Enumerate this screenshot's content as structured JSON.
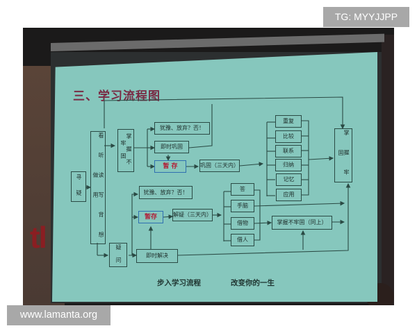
{
  "slide": {
    "title": "三、学习流程图",
    "footer_left": "步入学习流程",
    "footer_right": "改变你的一生",
    "colors": {
      "screen_bg": "#86c7bd",
      "title": "#7a2a44",
      "highlight_border": "#2f6fb0",
      "highlight_text": "#b0223a"
    }
  },
  "diagram": {
    "nodes": {
      "preview": "寻 疑",
      "methods": "看 听 读 写 背 想 做 用",
      "not_solid": "掌 握 不 牢 固",
      "upper_give_up": "犹豫、放弃？否！",
      "upper_immediate_consolidate": "即时巩固",
      "upper_temp_store": "暂  存",
      "upper_consolidate_3days": "巩固（三天内）",
      "method_repeat": "重复",
      "method_compare": "比较",
      "method_connect": "联系",
      "method_summarize": "归纳",
      "method_memorize": "记忆",
      "method_apply": "应用",
      "mastered": "掌 握 牢 固",
      "question": "疑 问",
      "lower_give_up": "犹豫、放弃？否！",
      "lower_temp_store": "暂存",
      "lower_solve_3days": "解疑（三天内）",
      "resource_ask": "答",
      "resource_brain": "手脑",
      "resource_materials": "借物",
      "resource_people": "借人",
      "lower_not_solid": "掌握不牢固（同上）",
      "lower_immediate_solve": "即时解决"
    }
  },
  "watermarks": {
    "top_right": "TG: MYYJJPP",
    "bottom_left": "www.lamanta.org"
  }
}
